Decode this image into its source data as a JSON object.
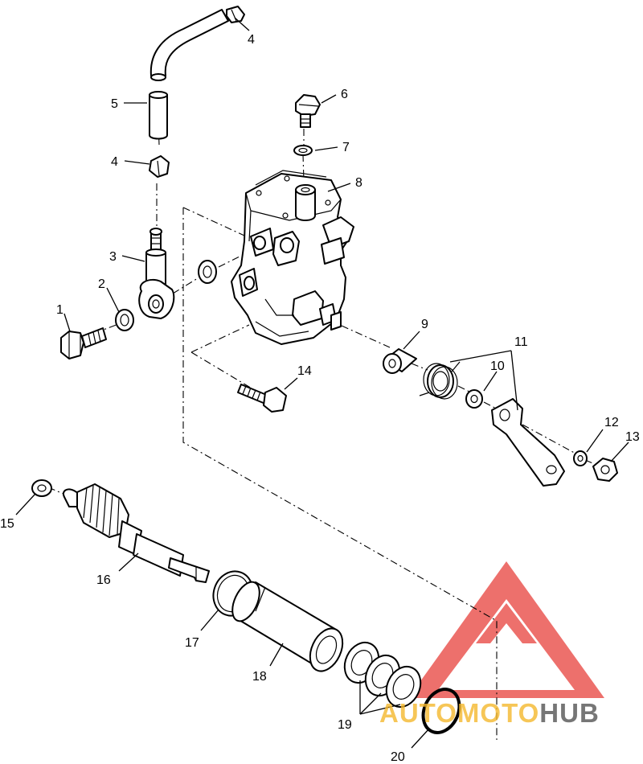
{
  "callouts": {
    "c1": "1",
    "c2": "2",
    "c3": "3",
    "c4a": "4",
    "c4b": "4",
    "c5": "5",
    "c6": "6",
    "c7": "7",
    "c8": "8",
    "c9": "9",
    "c10": "10",
    "c11": "11",
    "c12": "12",
    "c13": "13",
    "c14": "14",
    "c15": "15",
    "c16": "16",
    "c17": "17",
    "c18": "18",
    "c19": "19",
    "c20": "20"
  },
  "watermark": {
    "text_a": "AUTO",
    "text_b": "MOTO",
    "text_c": "HUB",
    "color_red": "#e8413c",
    "color_yellow": "#f5b82e",
    "color_gray": "#555555"
  }
}
